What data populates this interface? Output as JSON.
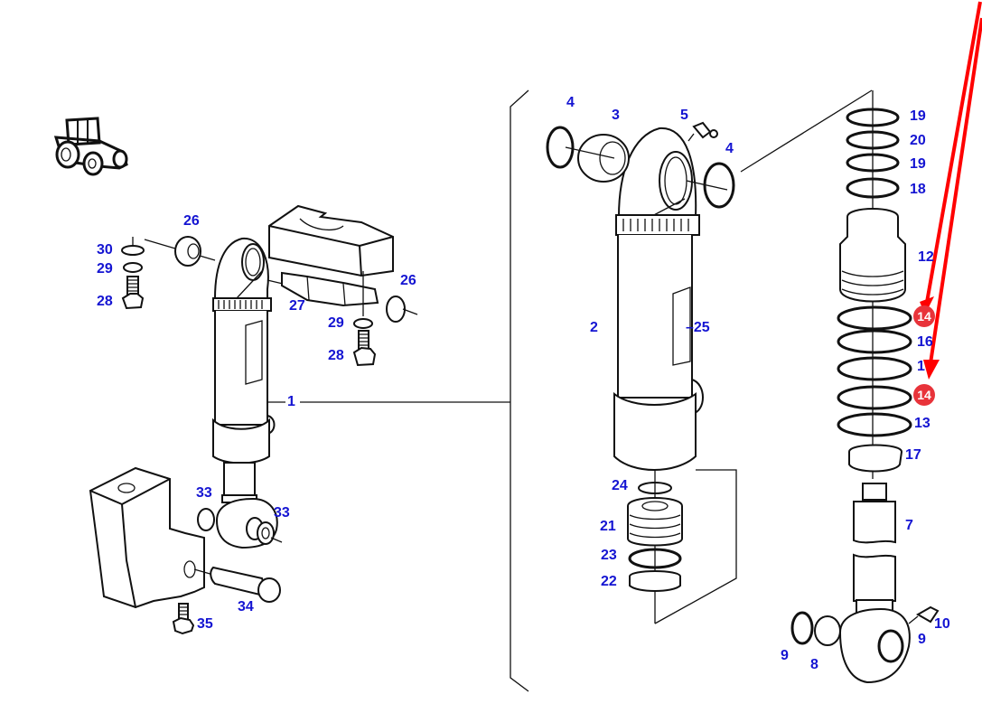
{
  "diagram": {
    "thumbnail_icon": "tractor-icon",
    "label_color": "#1414d2",
    "highlight_color": "#e8333a",
    "callouts": {
      "c30": "30",
      "c29a": "29",
      "c28a": "28",
      "c26a": "26",
      "c26b": "26",
      "c27": "27",
      "c29b": "29",
      "c28b": "28",
      "c1": "1",
      "c33a": "33",
      "c33b": "33",
      "c34": "34",
      "c35": "35",
      "c4a": "4",
      "c3": "3",
      "c5": "5",
      "c4b": "4",
      "c2": "2",
      "c25": "–25",
      "c24": "24",
      "c21": "21",
      "c23": "23",
      "c22": "22",
      "c19a": "19",
      "c20": "20",
      "c19b": "19",
      "c18": "18",
      "c12": "12",
      "c16": "16",
      "c15": "1",
      "c13": "13",
      "c17": "17",
      "c7": "7",
      "c10": "10",
      "c9a": "9",
      "c9b": "9",
      "c8": "8"
    },
    "highlighted_parts": [
      "14",
      "14"
    ]
  }
}
